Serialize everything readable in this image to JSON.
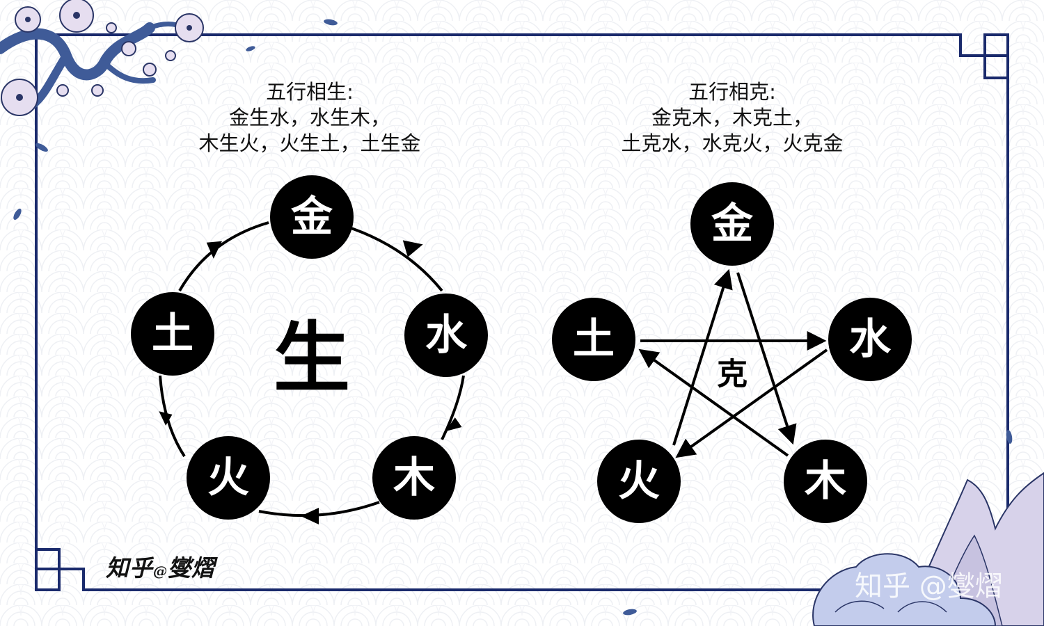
{
  "left": {
    "caption": [
      "五行相生:",
      "金生水，水生木，",
      "木生火，火生土，土生金"
    ],
    "center_label": "生",
    "nodes": [
      "金",
      "水",
      "木",
      "火",
      "土"
    ]
  },
  "right": {
    "caption": [
      "五行相克:",
      "金克木，木克土，",
      "土克水，水克火，火克金"
    ],
    "center_label": "克",
    "nodes": [
      "金",
      "水",
      "木",
      "火",
      "土"
    ]
  },
  "signature": {
    "main": "知乎",
    "at": "@",
    "name": "燮熠"
  },
  "watermark": "知乎 @燮熠",
  "colors": {
    "frame": "#1a2a6c",
    "node": "#000000",
    "node_text": "#ffffff",
    "flower": "#d9cfe6",
    "branch": "#3f5b98",
    "mountain": "#c7c2e0"
  }
}
